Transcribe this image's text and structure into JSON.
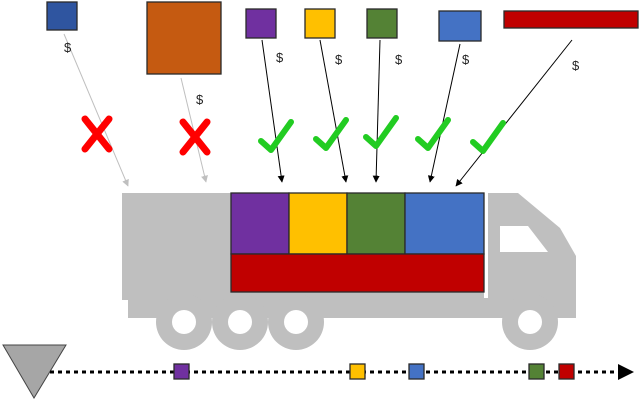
{
  "colors": {
    "navy": "#2F55A0",
    "orange": "#C55A11",
    "purple": "#7030A0",
    "yellow": "#FFC000",
    "green": "#548235",
    "blue": "#4472C4",
    "red": "#C00000",
    "truck_gray": "#BFBFBF",
    "cross": "#FF0000",
    "check": "#22CC22",
    "arrow_gray": "#BFBFBF",
    "arrow_black": "#000000",
    "timeline": "#000000",
    "origin": "#A6A6A6"
  },
  "labels": {
    "price_symbol": "$"
  },
  "items": [
    {
      "id": "navy-square",
      "color": "navy",
      "accepted": false
    },
    {
      "id": "orange-square",
      "color": "orange",
      "accepted": false
    },
    {
      "id": "purple-square",
      "color": "purple",
      "accepted": true
    },
    {
      "id": "yellow-square",
      "color": "yellow",
      "accepted": true
    },
    {
      "id": "green-square",
      "color": "green",
      "accepted": true
    },
    {
      "id": "blue-rect",
      "color": "blue",
      "accepted": true
    },
    {
      "id": "red-bar",
      "color": "red",
      "accepted": true
    }
  ],
  "timeline_order": [
    "purple",
    "yellow",
    "blue",
    "green",
    "red"
  ],
  "icons": [
    "cross-icon",
    "checkmark-icon",
    "truck-icon",
    "origin-triangle-icon",
    "arrow-right-icon"
  ]
}
